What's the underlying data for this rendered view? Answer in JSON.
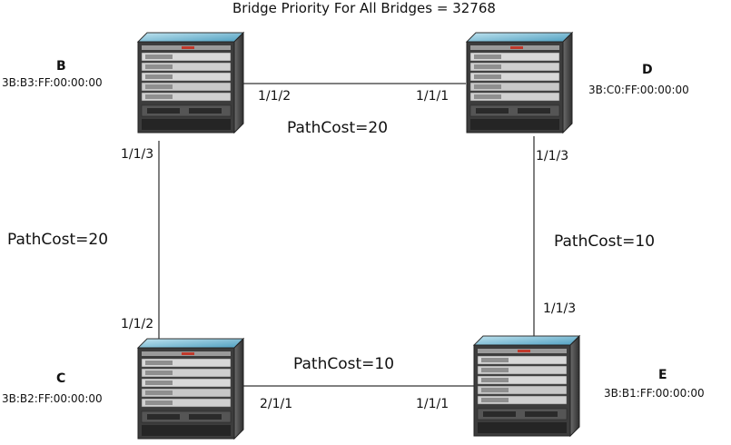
{
  "title": "Bridge Priority For All Bridges = 32768",
  "bridges": {
    "B": {
      "name": "B",
      "mac": "3B:B3:FF:00:00:00"
    },
    "C": {
      "name": "C",
      "mac": "3B:B2:FF:00:00:00"
    },
    "D": {
      "name": "D",
      "mac": "3B:C0:FF:00:00:00"
    },
    "E": {
      "name": "E",
      "mac": "3B:B1:FF:00:00:00"
    }
  },
  "links": {
    "bd": {
      "cost": "PathCost=20",
      "port_b": "1/1/2",
      "port_d": "1/1/1"
    },
    "bc": {
      "cost": "PathCost=20",
      "port_b": "1/1/3",
      "port_c": "1/1/2"
    },
    "de": {
      "cost": "PathCost=10",
      "port_d": "1/1/3",
      "port_e": "1/1/3"
    },
    "ce": {
      "cost": "PathCost=10",
      "port_c": "2/1/1",
      "port_e": "1/1/1"
    }
  },
  "icons": {
    "bridge": "chassis-switch-icon"
  }
}
